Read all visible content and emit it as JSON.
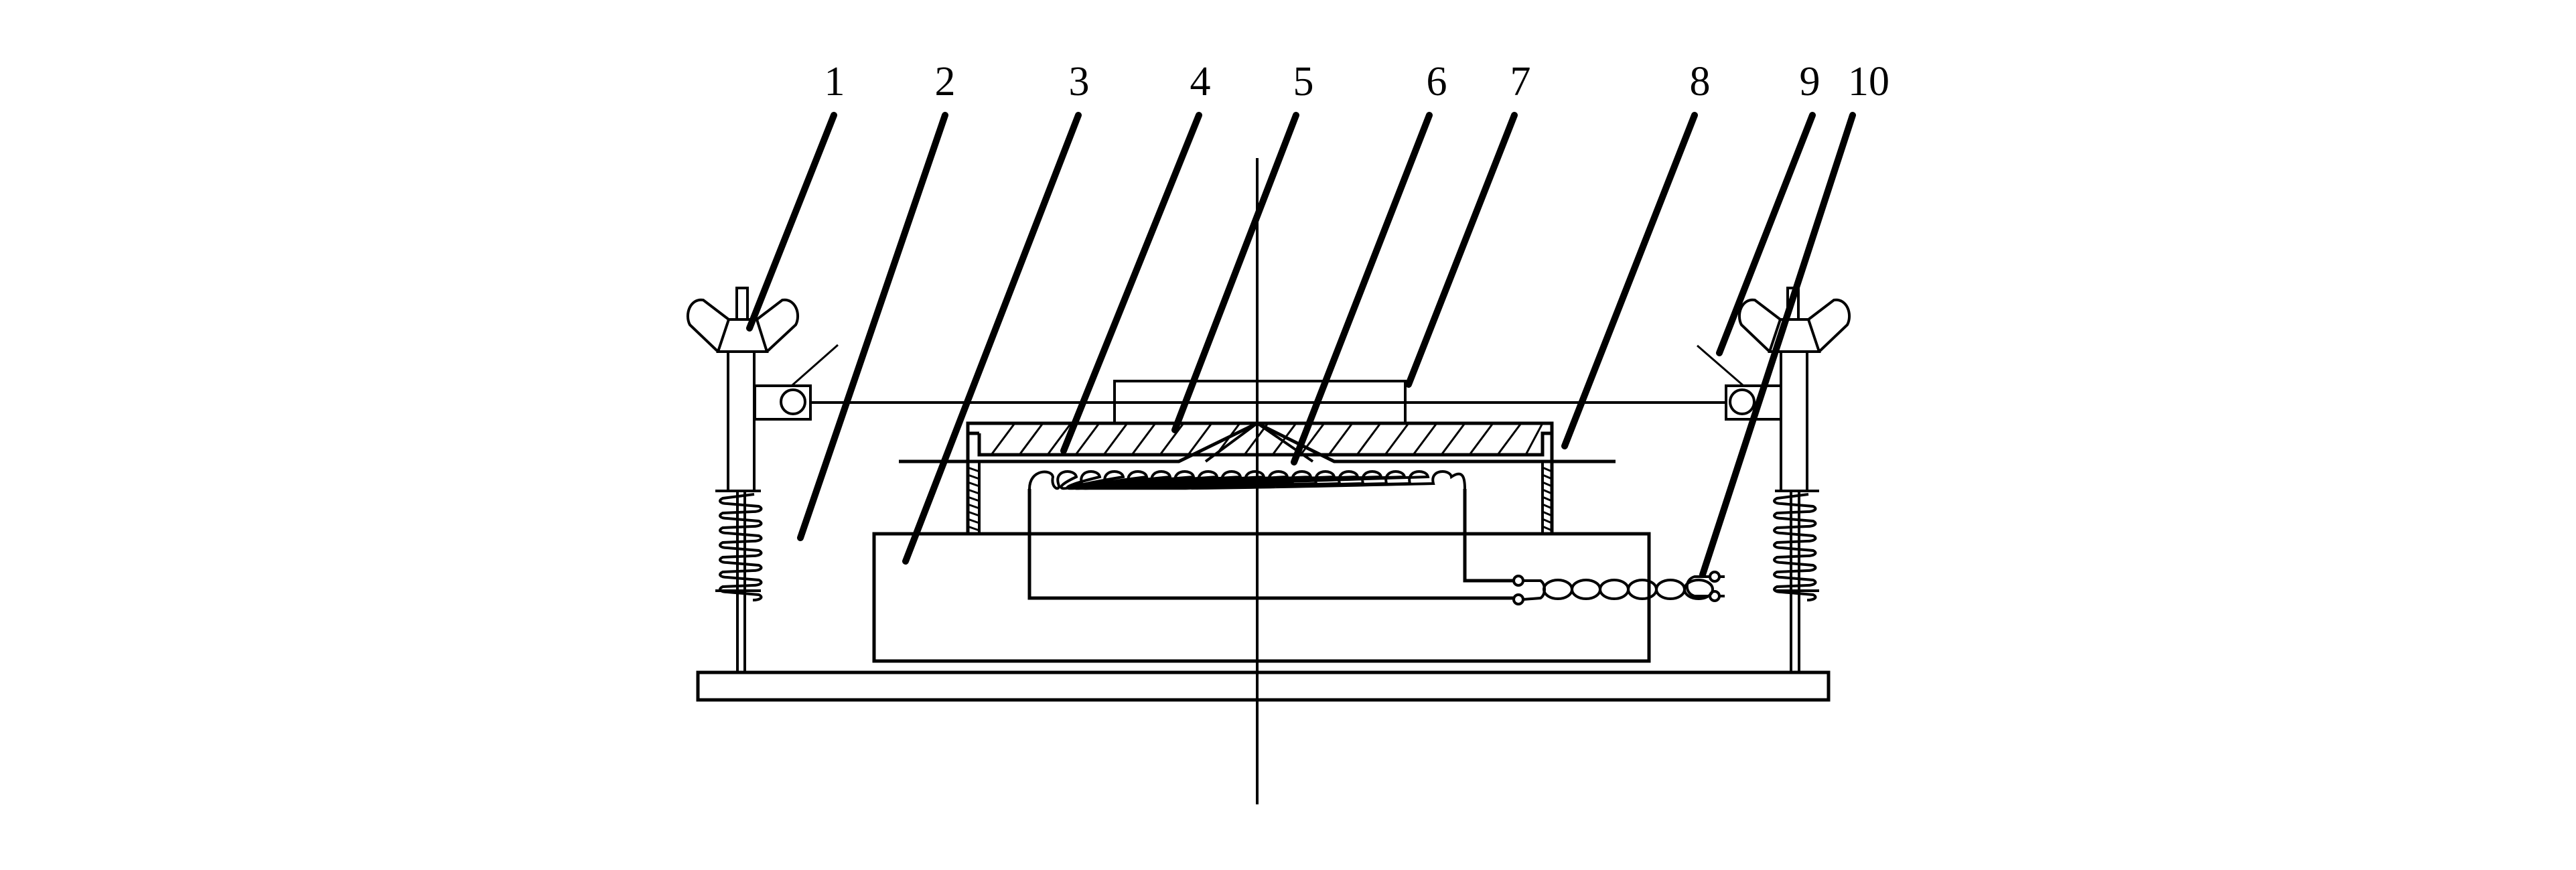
{
  "diagram": {
    "title": "Schematic cross-section of clamped fixture with coil and twisted-pair leads",
    "labels": [
      {
        "id": "1",
        "text": "1",
        "part": "wing-nut"
      },
      {
        "id": "2",
        "text": "2",
        "part": "compression-spring"
      },
      {
        "id": "3",
        "text": "3",
        "part": "base-block"
      },
      {
        "id": "4",
        "text": "4",
        "part": "hatched-plate"
      },
      {
        "id": "5",
        "text": "5",
        "part": "plate-center"
      },
      {
        "id": "6",
        "text": "6",
        "part": "diaphragm-film"
      },
      {
        "id": "7",
        "text": "7",
        "part": "top-block"
      },
      {
        "id": "8",
        "text": "8",
        "part": "film-edge"
      },
      {
        "id": "9",
        "text": "9",
        "part": "clamp-bracket"
      },
      {
        "id": "10",
        "text": "10",
        "part": "twisted-lead-terminals"
      }
    ],
    "colors": {
      "ink": "#000000",
      "background": "#ffffff"
    }
  }
}
